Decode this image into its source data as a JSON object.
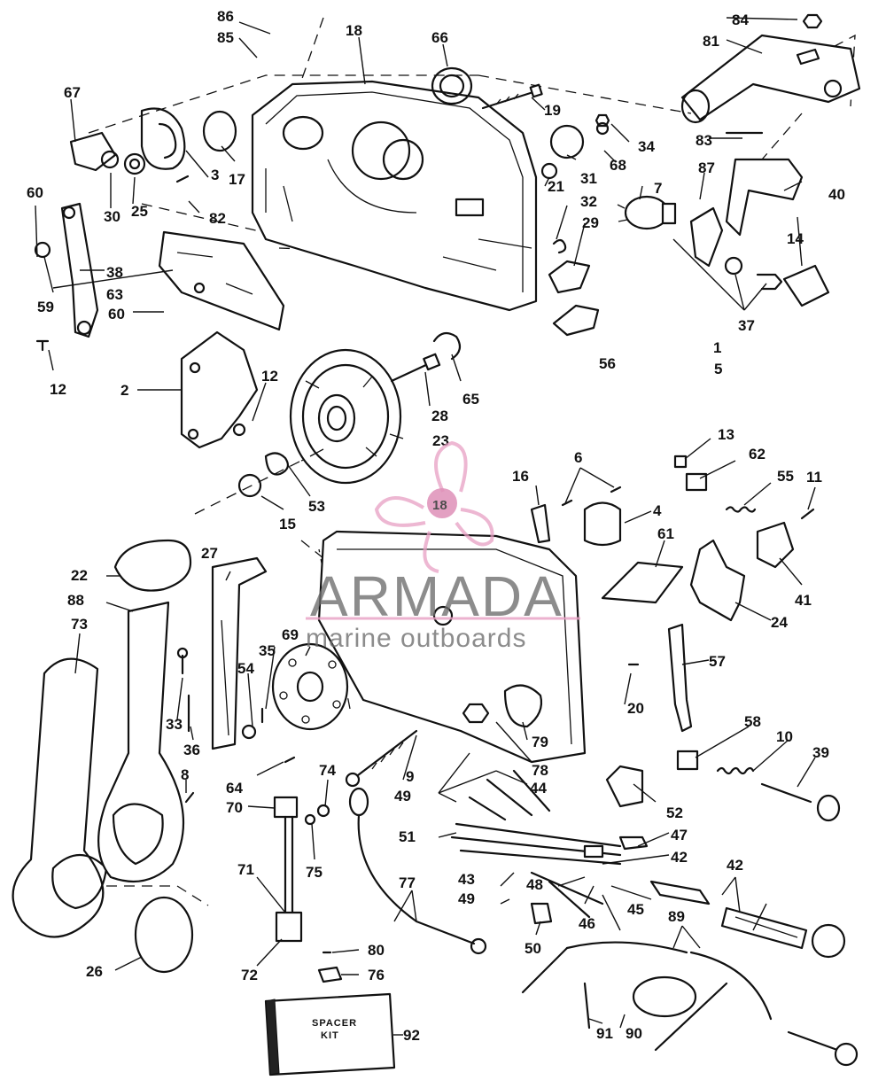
{
  "diagram": {
    "callouts": [
      "1",
      "2",
      "3",
      "4",
      "5",
      "6",
      "7",
      "8",
      "9",
      "10",
      "11",
      "12",
      "12",
      "13",
      "14",
      "15",
      "16",
      "17",
      "18",
      "19",
      "20",
      "21",
      "22",
      "23",
      "24",
      "25",
      "26",
      "27",
      "28",
      "29",
      "30",
      "31",
      "32",
      "33",
      "34",
      "35",
      "36",
      "37",
      "38",
      "39",
      "40",
      "41",
      "42",
      "42",
      "43",
      "44",
      "45",
      "46",
      "47",
      "48",
      "49",
      "49",
      "50",
      "51",
      "52",
      "53",
      "54",
      "55",
      "56",
      "57",
      "58",
      "59",
      "60",
      "60",
      "61",
      "62",
      "63",
      "64",
      "65",
      "66",
      "67",
      "68",
      "69",
      "70",
      "71",
      "72",
      "73",
      "74",
      "75",
      "76",
      "77",
      "78",
      "79",
      "80",
      "81",
      "82",
      "83",
      "84",
      "85",
      "86",
      "87",
      "88",
      "89",
      "90",
      "91",
      "92"
    ],
    "spacer_kit_line1": "SPACER",
    "spacer_kit_line2": "KIT"
  },
  "watermark": {
    "badge": "18",
    "brand": "ARMADA",
    "tagline": "marine outboards",
    "colors": {
      "brand_pink": "#e8a0c4",
      "brand_gray": "#6d6d6d",
      "badge_fill": "#d46aa0"
    }
  }
}
